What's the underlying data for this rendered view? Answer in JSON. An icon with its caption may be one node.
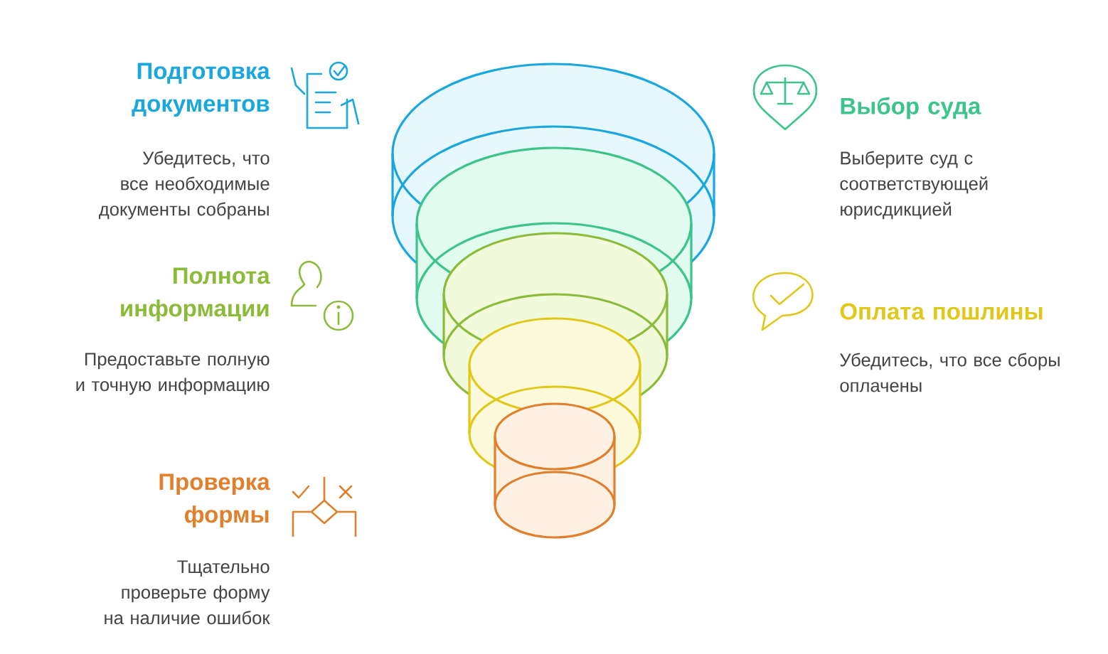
{
  "diagram": {
    "labels": [
      "Подготовка документов",
      "Убедитесь, что все необходимые документы собраны",
      "Выбор суда",
      "Выберите суд с соответствующей юрисдикцией",
      "Полнота информации",
      "Предоставьте полную и точную информацию",
      "Оплата пошлины",
      "Убедитесь, что все сборы оплачены",
      "Проверка формы",
      "Тщательно проверьте форму на наличие ошибок"
    ]
  }
}
